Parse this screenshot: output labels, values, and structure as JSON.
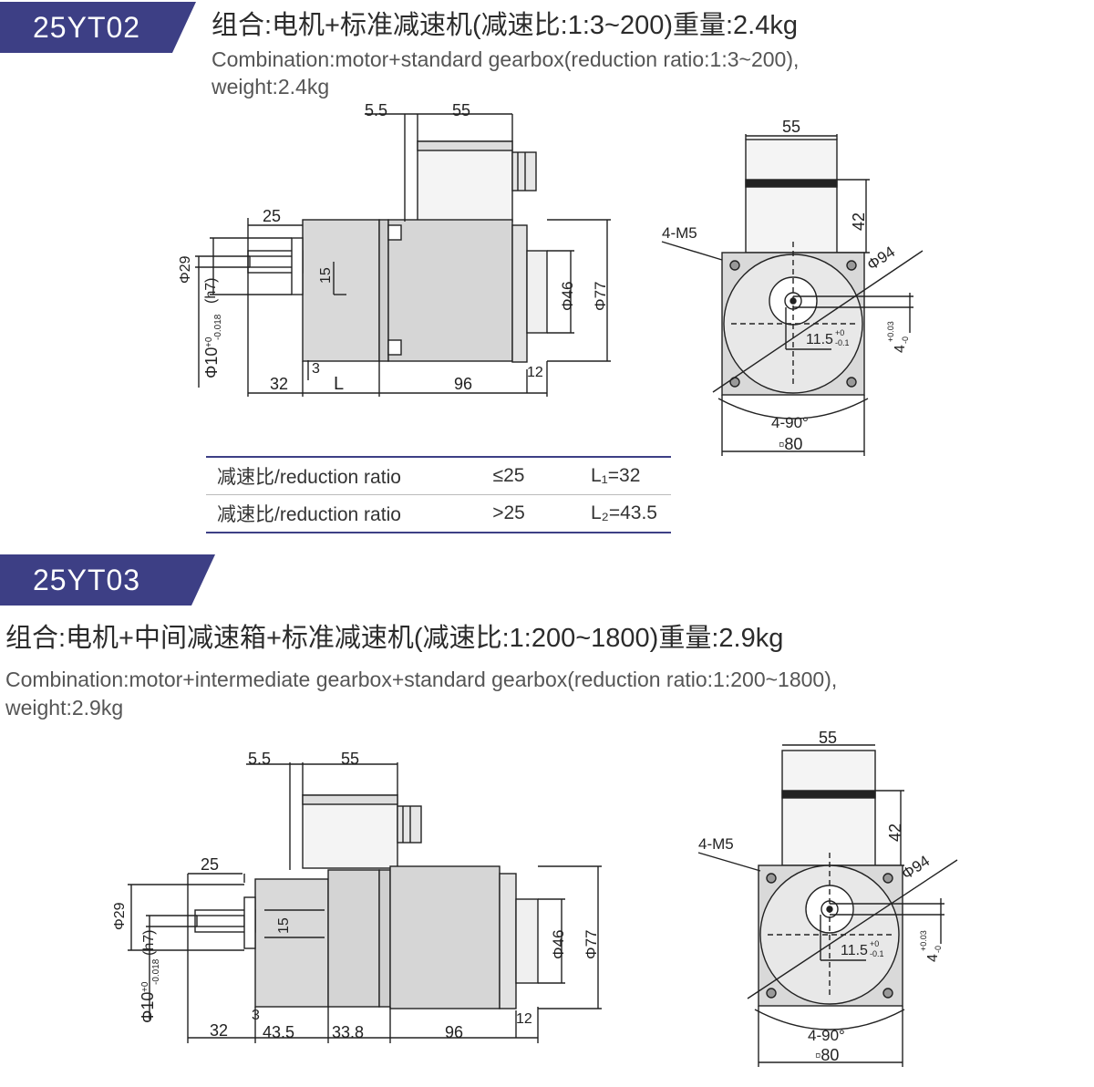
{
  "section1": {
    "model": "25YT02",
    "title_cn": "组合:电机+标准减速机(减速比:1:3~200)重量:2.4kg",
    "title_en_line1": "Combination:motor+standard gearbox(reduction ratio:1:3~200),",
    "title_en_line2": "weight:2.4kg",
    "side_dims": {
      "d55": "55",
      "d5_5": "5.5",
      "d25": "25",
      "d29": "Φ29",
      "h7": "(h7)",
      "d10": "Φ10",
      "d10_tol": "-0.018",
      "d10_tol_up": "+0",
      "d15": "15",
      "d46": "Φ46",
      "d77": "Φ77",
      "d32": "32",
      "d3": "3",
      "dL": "L",
      "d96": "96",
      "d12": "12"
    },
    "front_dims": {
      "d55": "55",
      "d42": "42",
      "m5": "4-M5",
      "d94": "Φ94",
      "d11_5": "11.5",
      "d11_5_tol_up": "+0",
      "d11_5_tol_dn": "-0.1",
      "d4": "4",
      "d4_tol_up": "+0.03",
      "d4_tol_dn": "-0",
      "angle": "4-90°",
      "sq80": "▫80"
    },
    "ratio_table": [
      {
        "label": "减速比/reduction ratio",
        "cond": "≤25",
        "value": "L₁=32"
      },
      {
        "label": "减速比/reduction ratio",
        "cond": ">25",
        "value": "L₂=43.5"
      }
    ]
  },
  "section2": {
    "model": "25YT03",
    "title_cn": "组合:电机+中间减速箱+标准减速机(减速比:1:200~1800)重量:2.9kg",
    "title_en_line1": "Combination:motor+intermediate gearbox+standard gearbox(reduction ratio:1:200~1800),",
    "title_en_line2": "weight:2.9kg",
    "side_dims": {
      "d55": "55",
      "d5_5": "5.5",
      "d25": "25",
      "d29": "Φ29",
      "h7": "(h7)",
      "d10": "Φ10",
      "d10_tol": "-0.018",
      "d10_tol_up": "+0",
      "d15": "15",
      "d46": "Φ46",
      "d77": "Φ77",
      "d32": "32",
      "d3": "3",
      "d43_5": "43.5",
      "d33_8": "33.8",
      "d96": "96",
      "d12": "12"
    },
    "front_dims": {
      "d55": "55",
      "d42": "42",
      "m5": "4-M5",
      "d94": "Φ94",
      "d11_5": "11.5",
      "d11_5_tol_up": "+0",
      "d11_5_tol_dn": "-0.1",
      "d4": "4",
      "d4_tol_up": "+0.03",
      "d4_tol_dn": "-0",
      "angle": "4-90°",
      "sq80": "▫80"
    }
  },
  "colors": {
    "accent": "#3d3f85",
    "body_gray": "#d9d9d9",
    "line": "#222222"
  }
}
